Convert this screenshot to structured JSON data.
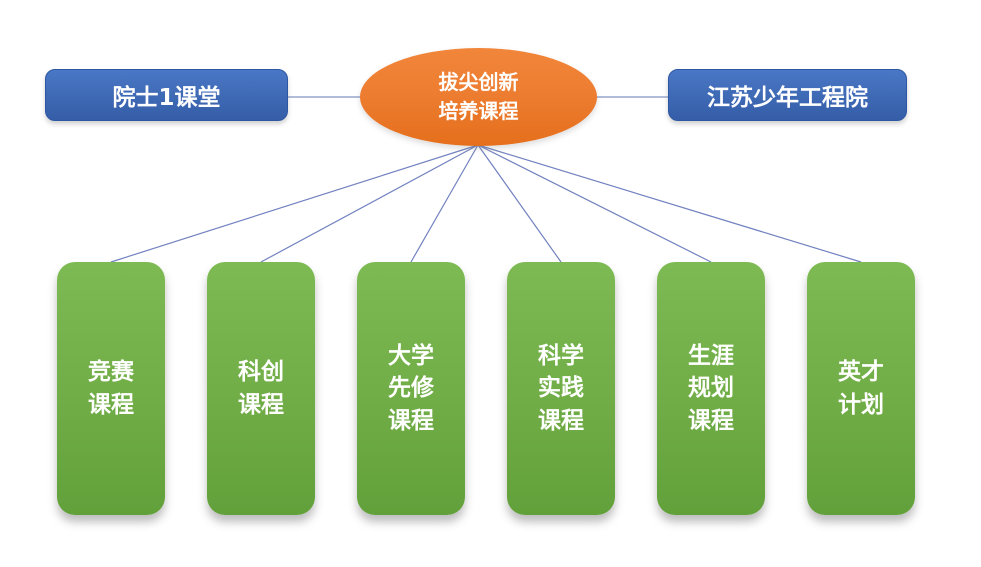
{
  "diagram": {
    "root": {
      "label": "拔尖创新\n培养课程"
    },
    "left_node": {
      "label": "院士1课堂"
    },
    "right_node": {
      "label": "江苏少年工程院"
    },
    "courses": [
      {
        "label": "竞赛\n课程"
      },
      {
        "label": "科创\n课程"
      },
      {
        "label": "大学\n先修\n课程"
      },
      {
        "label": "科学\n实践\n课程"
      },
      {
        "label": "生涯\n规划\n课程"
      },
      {
        "label": "英才\n计划"
      }
    ],
    "colors": {
      "root_fill": "#ED7D31",
      "side_fill": "#3E69B4",
      "course_fill": "#71AD47",
      "connector_line": "#8294C4",
      "fan_line": "#7282C0",
      "text": "#FFFFFF"
    }
  }
}
